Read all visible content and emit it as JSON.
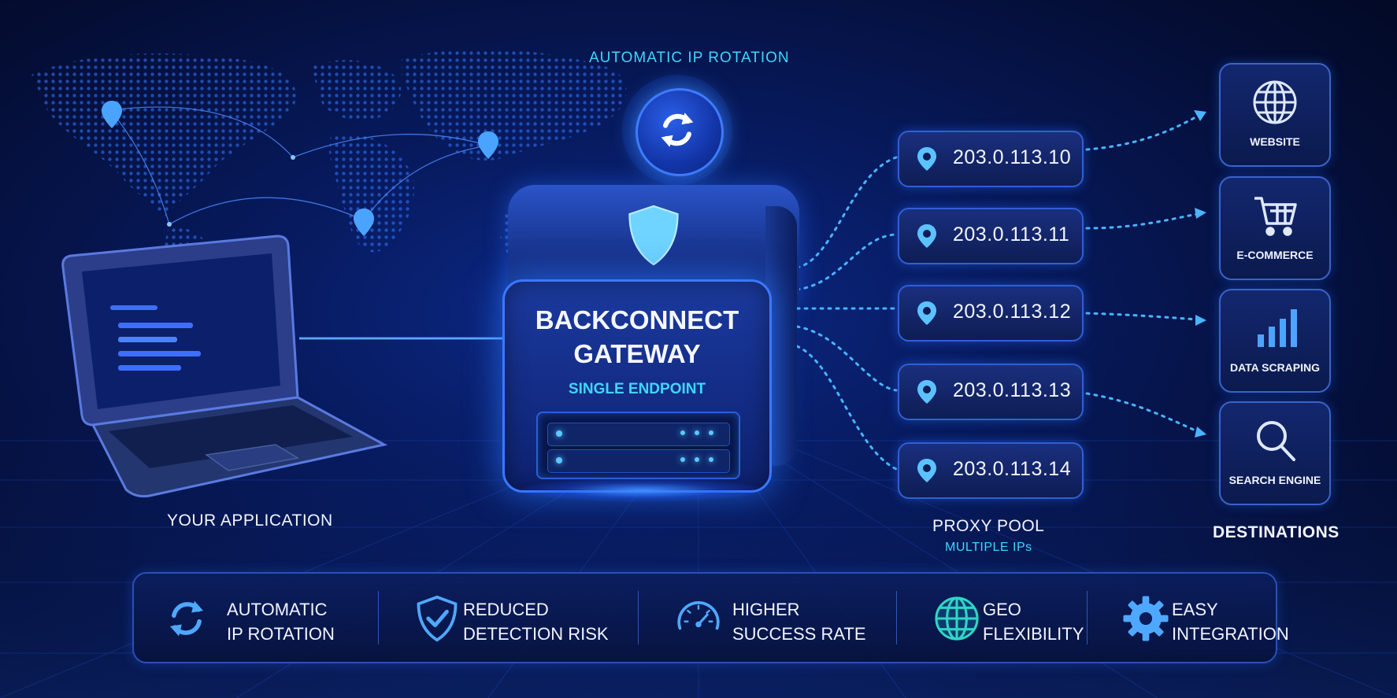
{
  "top_label": "AUTOMATIC IP ROTATION",
  "laptop": {
    "caption": "YOUR APPLICATION"
  },
  "gateway": {
    "title_line1": "BACKCONNECT",
    "title_line2": "GATEWAY",
    "subtitle": "SINGLE ENDPOINT"
  },
  "proxy_pool": {
    "caption": "PROXY POOL",
    "subcaption": "MULTIPLE IPs",
    "ips": [
      "203.0.113.10",
      "203.0.113.11",
      "203.0.113.12",
      "203.0.113.13",
      "203.0.113.14"
    ]
  },
  "destinations": {
    "caption": "DESTINATIONS",
    "items": [
      "WEBSITE",
      "E-COMMERCE",
      "DATA SCRAPING",
      "SEARCH ENGINE"
    ]
  },
  "features": [
    {
      "line1": "AUTOMATIC",
      "line2": "IP ROTATION",
      "icon": "rotation-icon"
    },
    {
      "line1": "REDUCED",
      "line2": "DETECTION RISK",
      "icon": "shield-check-icon"
    },
    {
      "line1": "HIGHER",
      "line2": "SUCCESS RATE",
      "icon": "speedometer-icon"
    },
    {
      "line1": "GEO",
      "line2": "FLEXIBILITY",
      "icon": "globe-icon"
    },
    {
      "line1": "EASY",
      "line2": "INTEGRATION",
      "icon": "gear-icon"
    }
  ],
  "colors": {
    "accent": "#3c78ff",
    "cyan": "#40d6ff",
    "background": "#071a5e"
  }
}
